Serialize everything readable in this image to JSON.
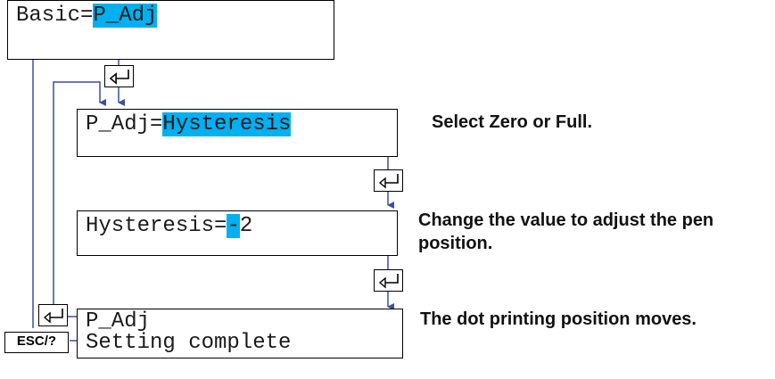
{
  "screens": {
    "basic": {
      "prefix": "Basic=",
      "selected": "P_Adj"
    },
    "padj": {
      "prefix": "P_Adj=",
      "selected": "Hysteresis"
    },
    "hysteresis": {
      "prefix": "Hysteresis=",
      "cursor": "-",
      "value": "2"
    },
    "complete": {
      "line1": "P_Adj",
      "line2": "Setting complete"
    }
  },
  "notes": {
    "select": "Select Zero or Full.",
    "change_line1": "Change the value to adjust the pen",
    "change_line2": "position.",
    "moves": "The dot printing position moves."
  },
  "keys": {
    "enter_icon": "enter-key-icon",
    "esc_label": "ESC/?"
  },
  "colors": {
    "highlight": "#00b0f0",
    "arrow": "#3a4fa0",
    "border": "#000000"
  }
}
